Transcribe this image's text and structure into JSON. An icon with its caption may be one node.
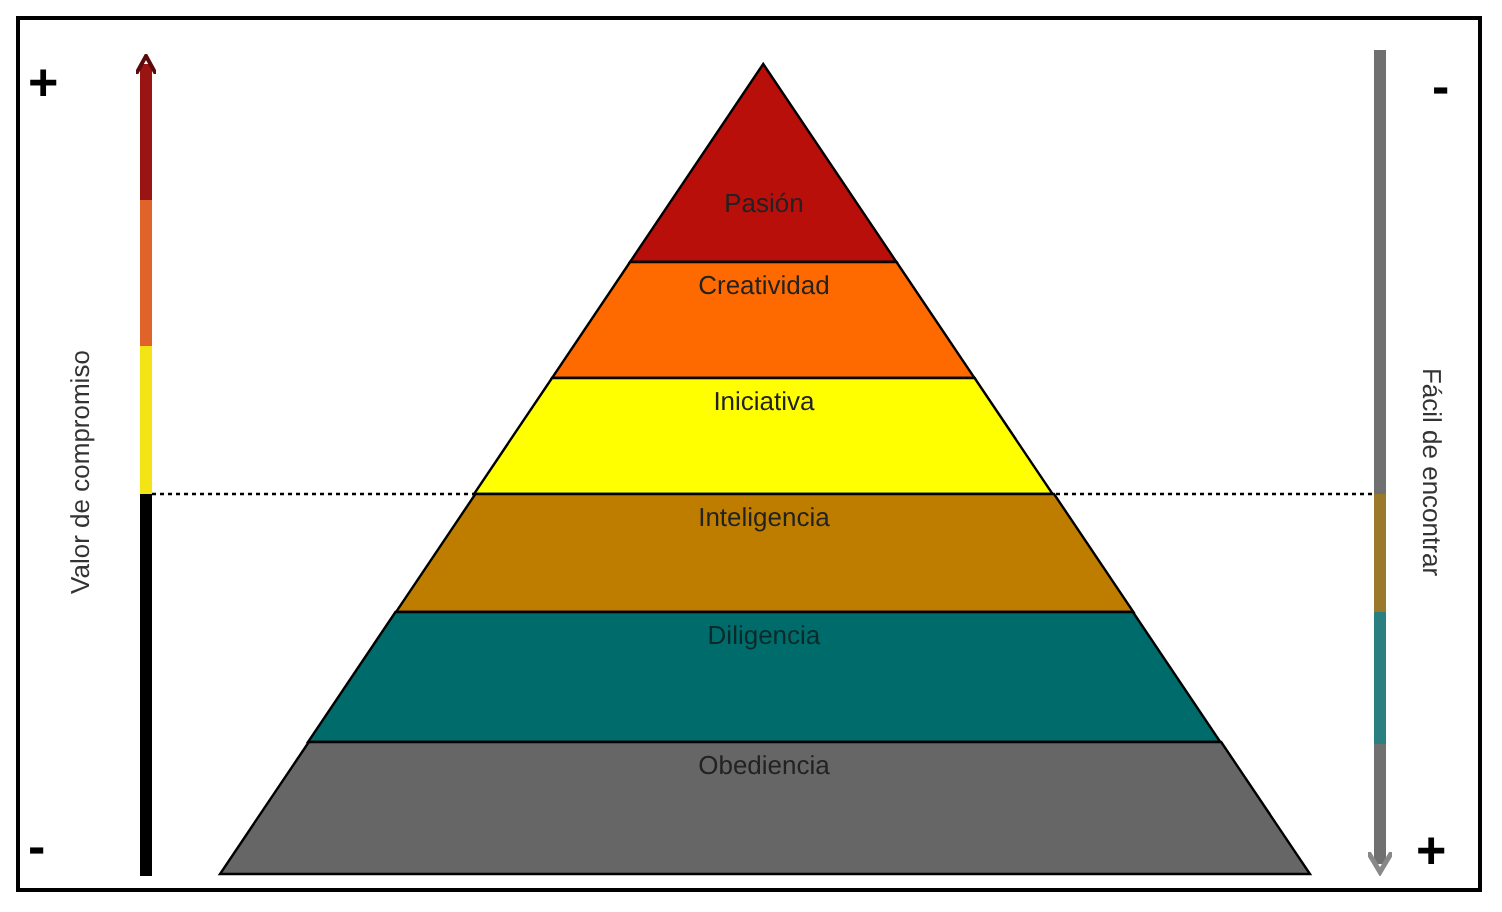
{
  "diagram": {
    "nodes": [
      {
        "text": [
          "Pasión"
        ]
      },
      {
        "text": [
          "Creatividad"
        ]
      },
      {
        "text": [
          "Iniciativa"
        ]
      },
      {
        "text": [
          "Inteligencia"
        ]
      },
      {
        "text": [
          "Diligencia"
        ]
      },
      {
        "text": [
          "Obediencia"
        ]
      }
    ],
    "labels": [
      "+",
      "-",
      "Valor de compromiso",
      "Fácil de encontrar",
      "-",
      "+"
    ]
  }
}
